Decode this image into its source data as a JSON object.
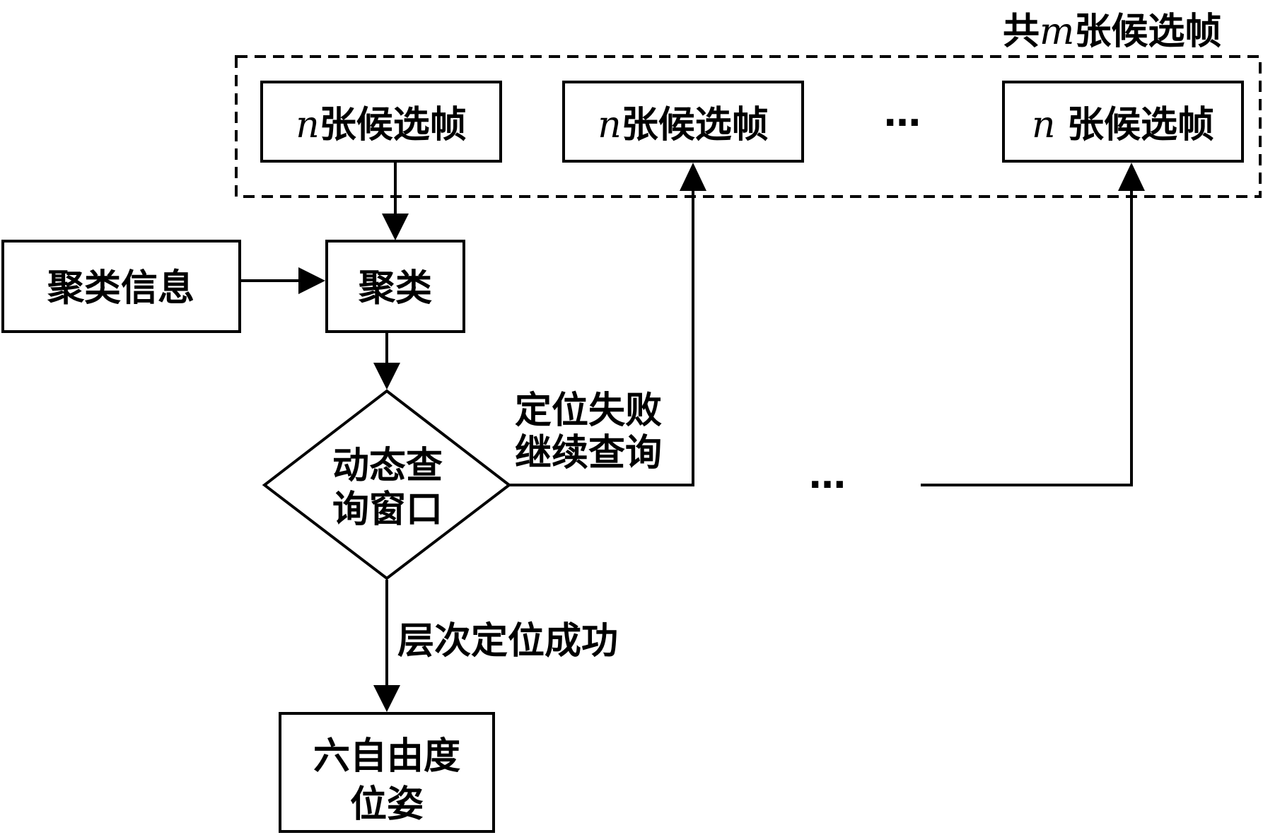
{
  "group": {
    "label_prefix": "共",
    "label_var": "m",
    "label_suffix": "张候选帧"
  },
  "candidate_frames": [
    {
      "var": "n",
      "text": "张候选帧"
    },
    {
      "var": "n",
      "text": "张候选帧"
    },
    {
      "var": "n ",
      "text": "张候选帧"
    }
  ],
  "ellipsis": "…",
  "nodes": {
    "cluster_info": "聚类信息",
    "cluster": "聚类",
    "dynamic_query_line1": "动态查",
    "dynamic_query_line2": "询窗口",
    "pose_line1": "六自由度",
    "pose_line2": "位姿"
  },
  "edge_labels": {
    "fail_line1": "定位失败",
    "fail_line2": "继续查询",
    "success": "层次定位成功"
  }
}
